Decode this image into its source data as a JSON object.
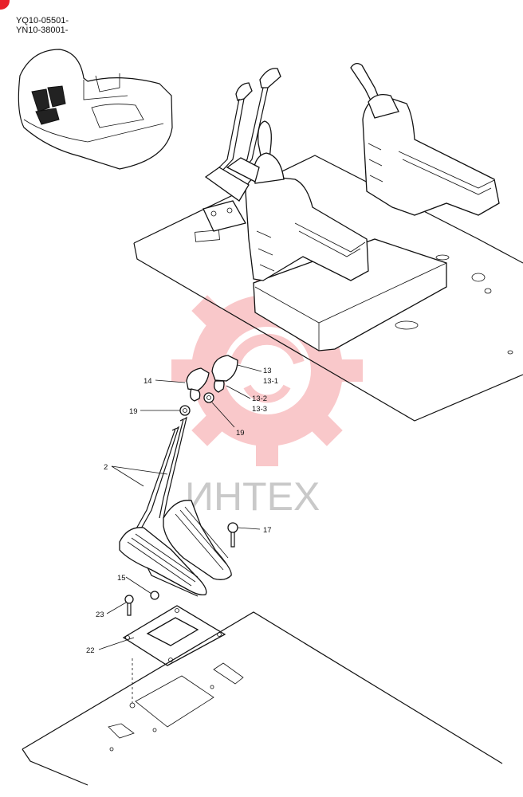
{
  "serials": [
    "YQ10-05501-",
    "YN10-38001-"
  ],
  "watermark": {
    "text": "ИНТЕХ",
    "color": "#f0646a"
  },
  "callouts": [
    {
      "id": "13",
      "text": "13"
    },
    {
      "id": "13-1",
      "text": "13-1"
    },
    {
      "id": "14",
      "text": "14"
    },
    {
      "id": "13-2",
      "text": "13-2"
    },
    {
      "id": "13-3",
      "text": "13-3"
    },
    {
      "id": "19a",
      "text": "19"
    },
    {
      "id": "19b",
      "text": "19"
    },
    {
      "id": "2",
      "text": "2"
    },
    {
      "id": "17",
      "text": "17"
    },
    {
      "id": "15",
      "text": "15"
    },
    {
      "id": "23",
      "text": "23"
    },
    {
      "id": "22",
      "text": "22"
    }
  ],
  "icons": {
    "corner": "red-circle-mark",
    "watermark": "gear-logo-icon",
    "seat": "operator-seat-icon"
  }
}
